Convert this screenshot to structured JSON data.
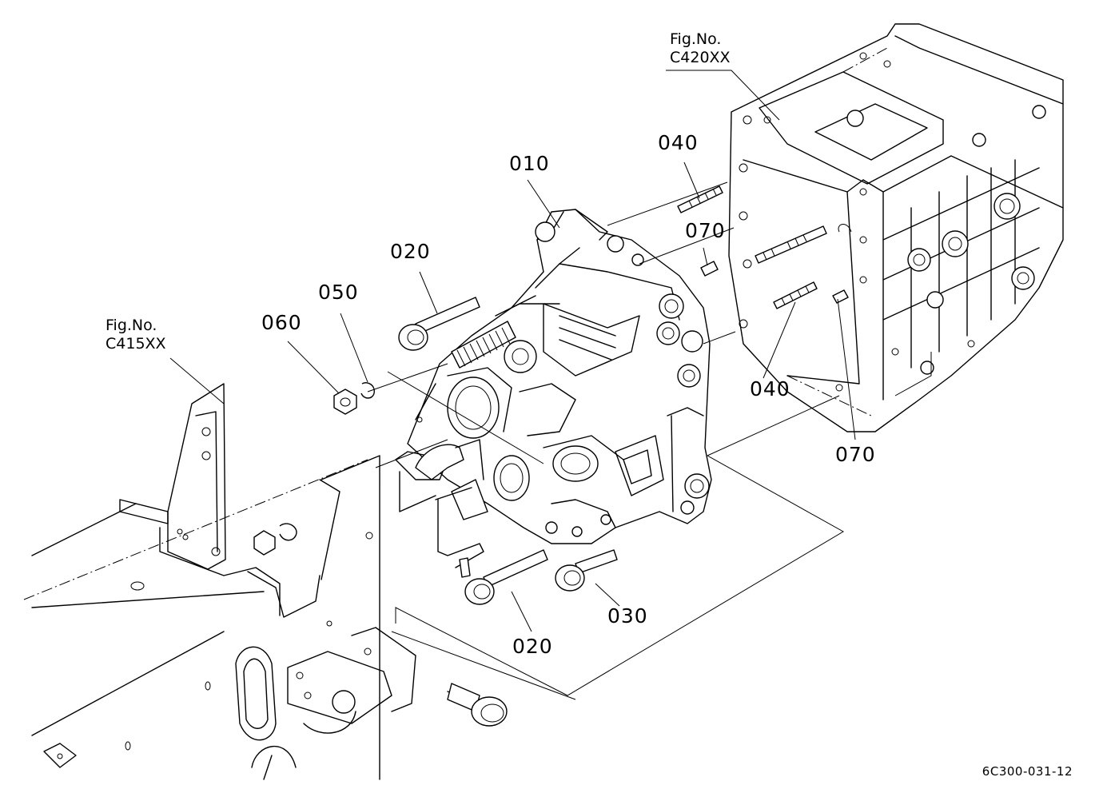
{
  "figure_refs": [
    {
      "id": "c420",
      "line1": "Fig.No.",
      "line2": "C420XX"
    },
    {
      "id": "c415",
      "line1": "Fig.No.",
      "line2": "C415XX"
    }
  ],
  "callouts": [
    {
      "id": "010",
      "text": "010"
    },
    {
      "id": "020-top",
      "text": "020"
    },
    {
      "id": "020-bottom",
      "text": "020"
    },
    {
      "id": "030",
      "text": "030"
    },
    {
      "id": "040-top",
      "text": "040"
    },
    {
      "id": "040-bottom",
      "text": "040"
    },
    {
      "id": "050",
      "text": "050"
    },
    {
      "id": "060",
      "text": "060"
    },
    {
      "id": "070-top",
      "text": "070"
    },
    {
      "id": "070-bottom",
      "text": "070"
    }
  ],
  "drawing_code": "6C300-031-12"
}
